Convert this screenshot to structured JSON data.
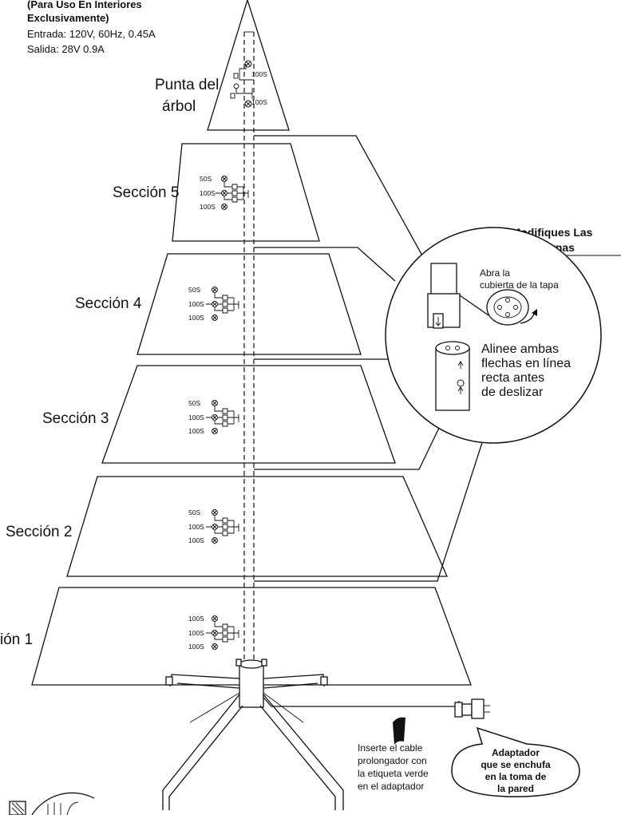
{
  "spec": {
    "line1": "(Para Uso En Interiores",
    "line2": "Exclusivamente)",
    "input": "Entrada: 120V, 60Hz, 0.45A",
    "output": "Salida: 28V 0.9A"
  },
  "sections": {
    "tip": {
      "line1": "Punta del",
      "line2": "árbol"
    },
    "s5": "Sección 5",
    "s4": "Sección 4",
    "s3": "Sección 3",
    "s2": "Sección 2",
    "s1": "ión 1"
  },
  "bulb_labels": {
    "tip": [
      "100S",
      "100S"
    ],
    "s5": [
      "50S",
      "100S",
      "100S"
    ],
    "s4": [
      "50S",
      "100S",
      "100S"
    ],
    "s3": [
      "50S",
      "100S",
      "100S"
    ],
    "s2": [
      "50S",
      "100S",
      "100S"
    ],
    "s1": [
      "100S",
      "100S",
      "100S"
    ]
  },
  "warning": {
    "line1": "No Modifiques Las",
    "line2": "Piezas Internas"
  },
  "callout": {
    "open1": "Abra la",
    "open2": "cubierta de la tapa",
    "align1": "Alinee ambas",
    "align2": "flechas en línea",
    "align3": "recta antes",
    "align4": "de deslizar"
  },
  "cable_note": [
    "Inserte el cable",
    "prolongador con",
    "la etiqueta verde",
    "en el adaptador"
  ],
  "adapter": [
    "Adaptador",
    "que se enchufa",
    "en la toma de",
    "la pared"
  ]
}
